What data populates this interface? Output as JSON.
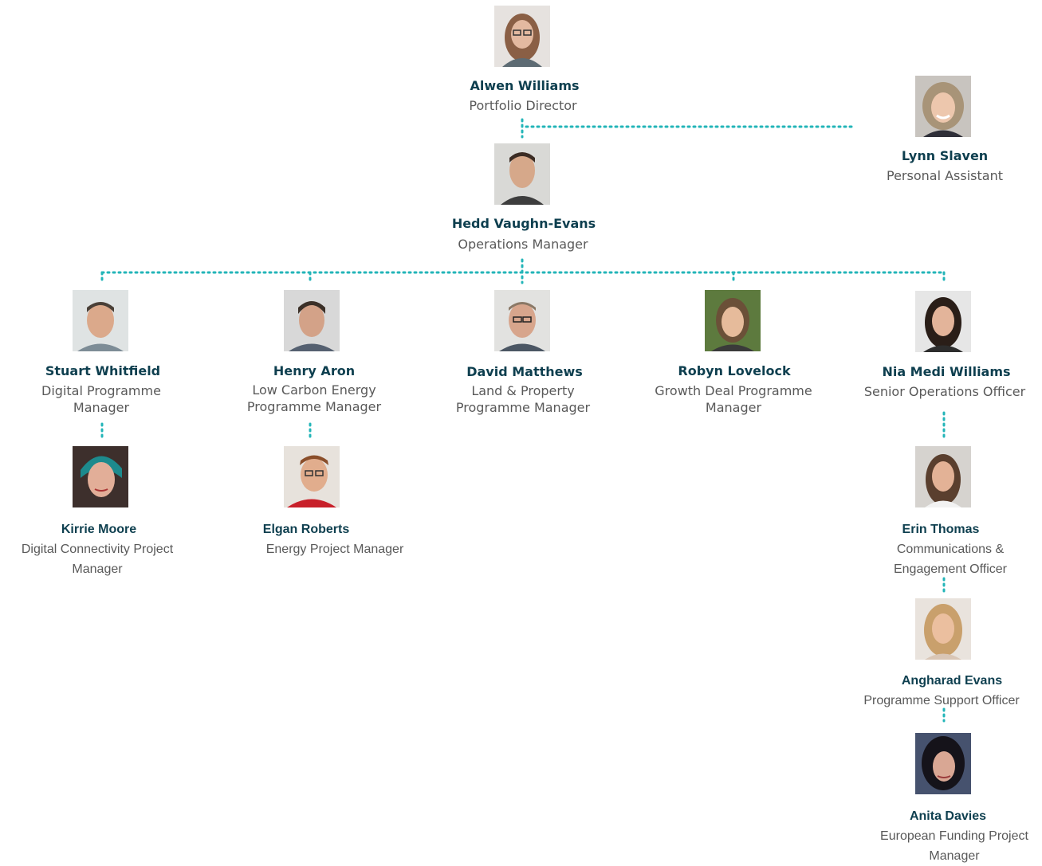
{
  "colors": {
    "connector": "#23b5b8",
    "name": "#0e3f4f",
    "role": "#595959"
  },
  "people": {
    "alwen": {
      "name": "Alwen Williams",
      "role": "Portfolio Director"
    },
    "lynn": {
      "name": "Lynn Slaven",
      "role": "Personal Assistant"
    },
    "hedd": {
      "name": "Hedd Vaughn-Evans",
      "role": "Operations Manager"
    },
    "stuart": {
      "name": "Stuart Whitfield",
      "role": "Digital Programme Manager"
    },
    "henry": {
      "name": "Henry Aron",
      "role": "Low Carbon Energy Programme Manager"
    },
    "david": {
      "name": "David Matthews",
      "role": "Land & Property Programme Manager"
    },
    "robyn": {
      "name": "Robyn Lovelock",
      "role": "Growth Deal Programme Manager"
    },
    "nia": {
      "name": "Nia Medi Williams",
      "role": "Senior Operations Officer"
    },
    "kirrie": {
      "name": "Kirrie Moore",
      "role": "Digital Connectivity Project Manager"
    },
    "elgan": {
      "name": "Elgan Roberts",
      "role": "Energy Project Manager"
    },
    "erin": {
      "name": "Erin Thomas",
      "role": "Communications & Engagement Officer"
    },
    "angharad": {
      "name": "Angharad Evans",
      "role": "Programme Support Officer"
    },
    "anita": {
      "name": "Anita Davies",
      "role": "European Funding Project Manager"
    }
  }
}
